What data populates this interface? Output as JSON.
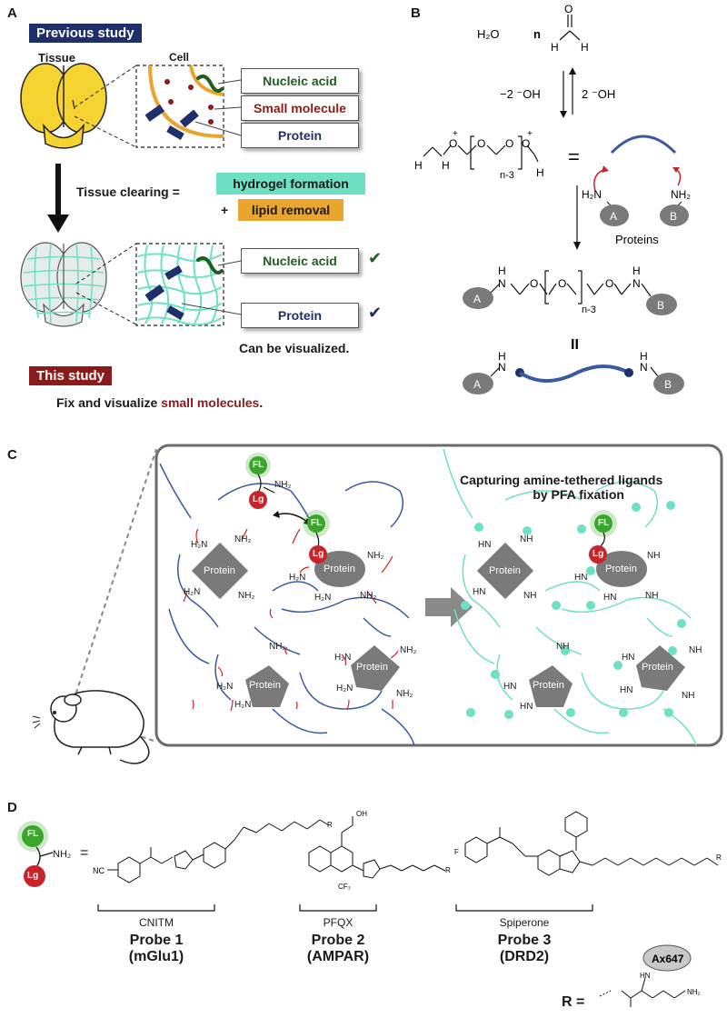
{
  "panel_a": {
    "letter": "A",
    "previous_study": "Previous study",
    "tissue": "Tissue",
    "cell": "Cell",
    "nucleic_acid": "Nucleic acid",
    "small_molecule": "Small molecule",
    "protein": "Protein",
    "tissue_clearing": "Tissue clearing =",
    "hydrogel_formation": "hydrogel formation",
    "plus": "+",
    "lipid_removal": "lipid removal",
    "nucleic_acid_2": "Nucleic acid",
    "protein_2": "Protein",
    "check_mark": "✔",
    "can_be_visualized": "Can be visualized.",
    "this_study": "This study",
    "fix_visualize": "Fix and visualize ",
    "small_molecules": "small molecules",
    "period": "."
  },
  "panel_b": {
    "letter": "B",
    "h2o": "H₂O",
    "n": "n",
    "h": "H",
    "o": "O",
    "minus_oh": "−2 ⁻OH",
    "plus_oh": "2 ⁻OH",
    "n3": "n-3",
    "plus_sign": "+",
    "equals": "=",
    "h2n": "H₂N",
    "nh2": "NH₂",
    "a": "A",
    "b": "B",
    "proteins": "Proteins",
    "nh": "H",
    "n_atom": "N",
    "equals_vertical": "II"
  },
  "panel_c": {
    "letter": "C",
    "fl": "FL",
    "lg": "Lg",
    "nh2": "NH₂",
    "h2n": "H₂N",
    "nh": "NH",
    "hn": "HN",
    "protein": "Protein",
    "capturing_line1": "Capturing amine-tethered ligands",
    "capturing_line2": "by PFA fixation"
  },
  "panel_d": {
    "letter": "D",
    "fl": "FL",
    "lg": "Lg",
    "nh2": "NH₂",
    "equals": "=",
    "probes": [
      {
        "ligand": "CNITM",
        "name": "Probe 1",
        "target": "(mGlu1)"
      },
      {
        "ligand": "PFQX",
        "name": "Probe 2",
        "target": "(AMPAR)"
      },
      {
        "ligand": "Spiperone",
        "name": "Probe 3",
        "target": "(DRD2)"
      }
    ],
    "r_label": "R =",
    "ax647": "Ax647",
    "nc": "NC",
    "f": "F",
    "cf3": "CF₃",
    "oh": "OH",
    "r": "R",
    "hn_small": "HN",
    "nh2_small": "NH₂"
  },
  "colors": {
    "navy": "#1f2f6b",
    "dark_red": "#8b1a1a",
    "green": "#1e5e1e",
    "teal": "#6ee0c4",
    "orange": "#e9a52d",
    "protein_gray": "#7a7a7a",
    "fl_green": "#3aa62c",
    "lg_red": "#c8252a"
  }
}
